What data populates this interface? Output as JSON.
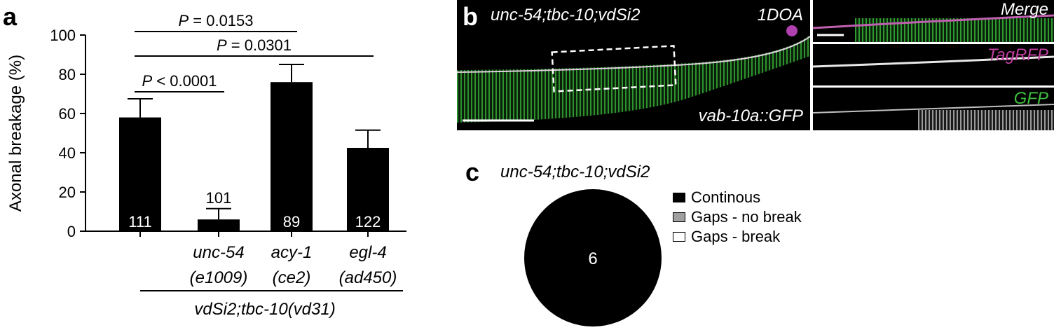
{
  "panel_labels": {
    "a": "a",
    "b": "b",
    "c": "c"
  },
  "chart_data": [
    {
      "type": "bar",
      "panel": "a",
      "ylabel": "Axonal breakage (%)",
      "ylim": [
        0,
        100
      ],
      "yticks": [
        "0",
        "20",
        "40",
        "60",
        "80",
        "100"
      ],
      "categories": [
        {
          "line1": "",
          "line2": ""
        },
        {
          "line1": "unc-54",
          "line2": "(e1009)"
        },
        {
          "line1": "acy-1",
          "line2": "(ce2)"
        },
        {
          "line1": "egl-4",
          "line2": "(ad450)"
        }
      ],
      "values": [
        58,
        6,
        76,
        42.5
      ],
      "errors": [
        9.5,
        5.5,
        9,
        9
      ],
      "n_labels": [
        "111",
        "101",
        "89",
        "122"
      ],
      "group_label": "vdSi2;tbc-10(vd31)",
      "comparisons": [
        {
          "p_prefix": "P",
          "p_op": " < ",
          "p_val": "0.0001",
          "from": 0,
          "to": 1
        },
        {
          "p_prefix": "P",
          "p_op": " = ",
          "p_val": "0.0153",
          "from": 0,
          "to": 2
        },
        {
          "p_prefix": "P",
          "p_op": " = ",
          "p_val": "0.0301",
          "from": 0,
          "to": 3
        }
      ],
      "bar_color": "#000000"
    },
    {
      "type": "pie",
      "panel": "c",
      "title": "unc-54;tbc-10;vdSi2",
      "slices": [
        {
          "label": "Continous",
          "value": 6,
          "color": "#000000"
        },
        {
          "label": "Gaps - no break",
          "value": 0,
          "color": "#a0a0a0"
        },
        {
          "label": "Gaps - break",
          "value": 0,
          "color": "#ffffff"
        }
      ],
      "center_label": "6"
    }
  ],
  "micrograph": {
    "genotype": "unc-54;tbc-10;vdSi2",
    "stage": "1DOA",
    "marker": "vab-10a::GFP",
    "insets": [
      {
        "label": "Merge",
        "color": "#ffffff"
      },
      {
        "label": "TagRFP",
        "color": "#c040a0"
      },
      {
        "label": "GFP",
        "color": "#40c040"
      }
    ]
  }
}
